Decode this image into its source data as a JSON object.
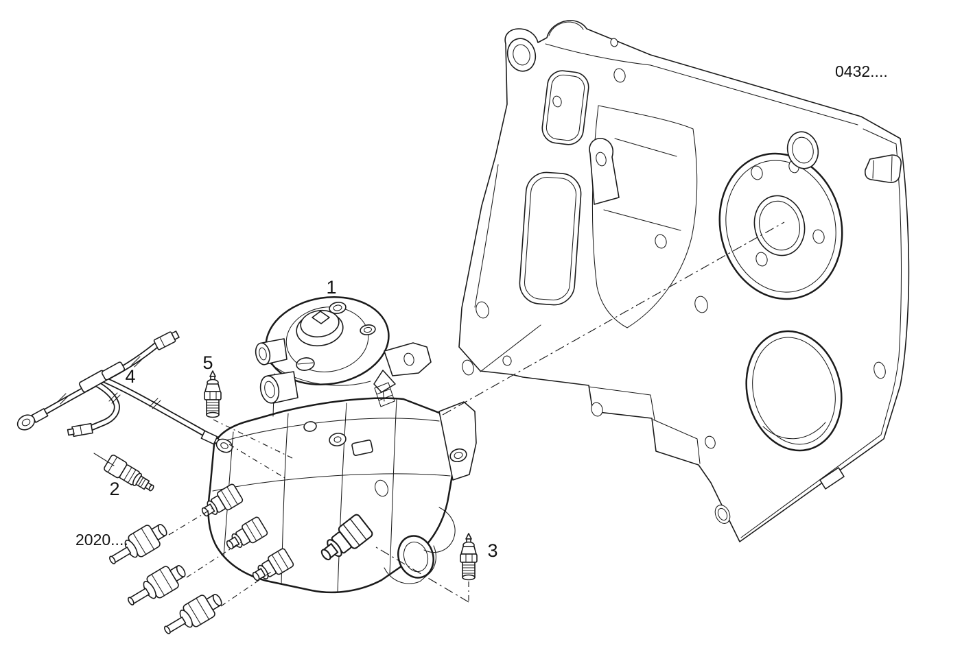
{
  "diagram": {
    "background": "#ffffff",
    "line_color": "#1a1a1a",
    "text_color": "#111111",
    "callouts": [
      {
        "part": "injection-pump",
        "label": "1"
      },
      {
        "part": "temperature-sensor",
        "label": "2"
      },
      {
        "part": "bleed-screw",
        "label": "3"
      },
      {
        "part": "wiring-harness",
        "label": "4"
      },
      {
        "part": "vent-screw",
        "label": "5"
      }
    ],
    "part_references": [
      {
        "part": "injection-pipes-group",
        "label": "2020...."
      },
      {
        "part": "timing-gear-case-group",
        "label": "0432...."
      }
    ]
  }
}
